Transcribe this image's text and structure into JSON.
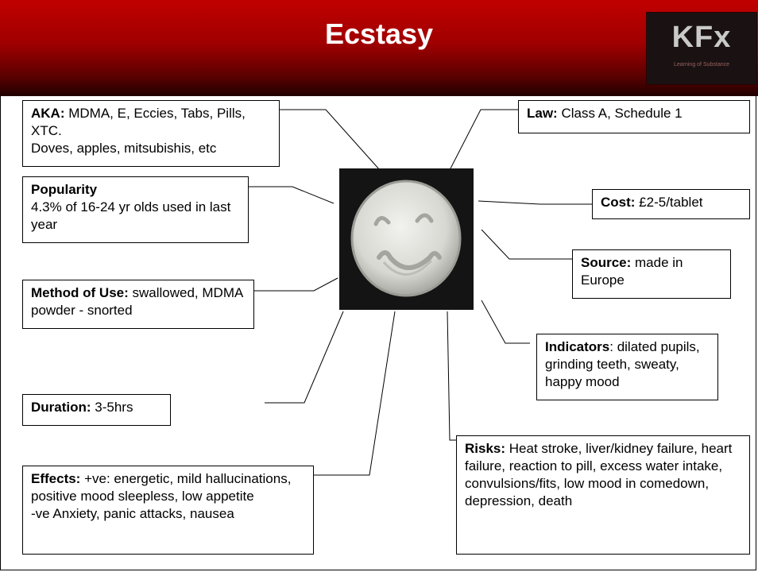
{
  "title": "Ecstasy",
  "logo": {
    "text": "KFx",
    "subtext": "Learning of Substance"
  },
  "boxes": {
    "aka": {
      "label": "AKA:",
      "text": " MDMA, E, Eccies, Tabs, Pills, XTC.",
      "line2": "Doves, apples, mitsubishis, etc"
    },
    "law": {
      "label": "Law:",
      "text": " Class A, Schedule 1"
    },
    "popularity": {
      "label": "Popularity",
      "text": "4.3% of 16-24 yr olds used in last year"
    },
    "cost": {
      "label": "Cost:",
      "text": " £2-5/tablet"
    },
    "source": {
      "label": "Source:",
      "text": " made in Europe"
    },
    "method": {
      "label": "Method of Use:",
      "text": " swallowed, MDMA powder - snorted"
    },
    "indicators": {
      "label": "Indicators",
      "text": ":  dilated pupils, grinding teeth, sweaty, happy mood"
    },
    "duration": {
      "label": "Duration:",
      "text": " 3-5hrs"
    },
    "risks": {
      "label": "Risks:",
      "text": " Heat stroke, liver/kidney failure, heart failure, reaction to pill, excess water intake, convulsions/fits, low mood in comedown, depression, death"
    },
    "effects": {
      "label": "Effects:",
      "text": " +ve: energetic, mild hallucinations, positive mood sleepless, low appetite",
      "line2": "-ve Anxiety, panic attacks, nausea"
    }
  },
  "colors": {
    "header_red": "#c00000",
    "header_dark": "#200000",
    "title_text": "#ffffff"
  },
  "image": {
    "subject": "smiley-face-pill"
  }
}
